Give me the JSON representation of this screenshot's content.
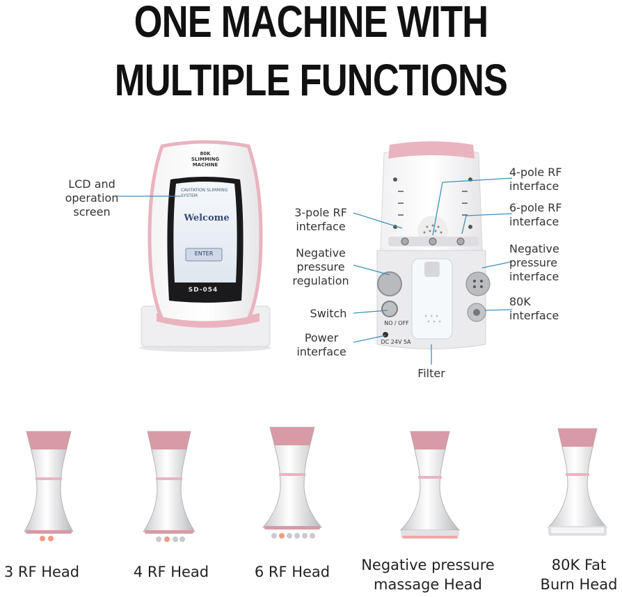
{
  "headline": {
    "line1": "ONE MACHINE WITH",
    "line2": "MULTIPLE FUNCTIONS"
  },
  "front_device": {
    "top_text": "80K\nSLIMMING\nMACHINE",
    "screen_subtitle": "CAVITATION SLIMMING\nSYSTEM",
    "screen_welcome": "Welcome",
    "enter_button": "ENTER",
    "model": "SD-054"
  },
  "back_device": {
    "switch_label": "NO / OFF",
    "power_spec": "DC 24V 5A"
  },
  "callouts": {
    "lcd": "LCD and\noperation\nscreen",
    "rf3": "3-pole RF\ninterface",
    "neg_reg": "Negative\npressure\nregulation",
    "switch": "Switch",
    "power": "Power\ninterface",
    "filter": "Filter",
    "rf4": "4-pole RF\ninterface",
    "rf6": "6-pole RF\ninterface",
    "neg_if": "Negative\npressure\ninterface",
    "k80": "80K\ninterface"
  },
  "heads": [
    {
      "caption": "3 RF Head",
      "tip": "rf3"
    },
    {
      "caption": "4 RF Head",
      "tip": "rf4"
    },
    {
      "caption": "6 RF Head",
      "tip": "rf6"
    },
    {
      "caption": "Negative pressure\nmassage Head",
      "tip": "vacuum"
    },
    {
      "caption": "80K Fat\nBurn Head",
      "tip": "cavitation"
    }
  ],
  "colors": {
    "accent_pink": "#e9b4bf",
    "line_blue": "#3f8fb8",
    "silver": "#d9dadd"
  }
}
